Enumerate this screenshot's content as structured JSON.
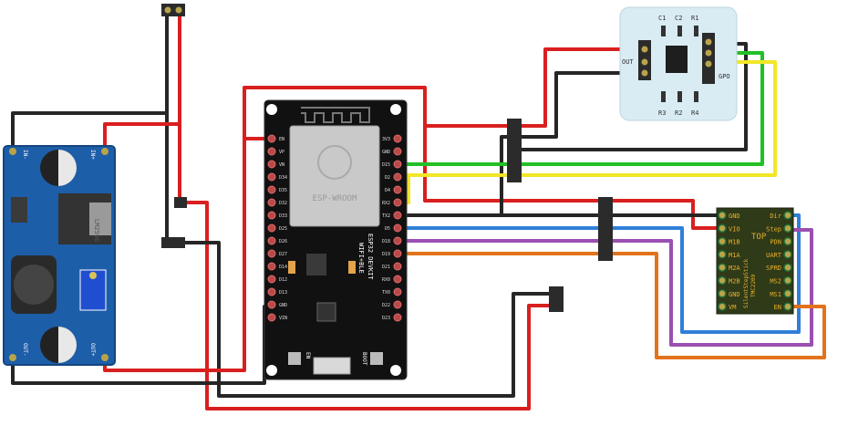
{
  "buck_converter": {
    "in_minus": "IN-",
    "in_plus": "IN+",
    "out_minus": "OUT-",
    "out_plus": "OUT+",
    "chip_label": "LM2596"
  },
  "esp32": {
    "module_label": "ESP-WROOM",
    "board_label_1": "ESP32 DEVKIT",
    "board_label_2": "WIFI+BLE",
    "button_en": "EN",
    "button_boot": "BOOT",
    "left_pins": [
      "EN",
      "VP",
      "VN",
      "D34",
      "D35",
      "D32",
      "D33",
      "D25",
      "D26",
      "D27",
      "D14",
      "D12",
      "D13",
      "GND",
      "VIN"
    ],
    "right_pins": [
      "3V3",
      "GND",
      "D15",
      "D2",
      "D4",
      "RX2",
      "TX2",
      "D5",
      "D18",
      "D19",
      "D21",
      "RX0",
      "TX0",
      "D22",
      "D23"
    ]
  },
  "hall_sensor": {
    "label_out": "OUT",
    "label_gpo": "GPO",
    "top_labels": [
      "C1",
      "C2",
      "R1"
    ],
    "bottom_labels": [
      "R3",
      "R2",
      "R4"
    ]
  },
  "driver": {
    "left_pins": [
      "GND",
      "VIO",
      "M1B",
      "M1A",
      "M2A",
      "M2B",
      "GND",
      "VM"
    ],
    "right_pins": [
      "Dir",
      "Step",
      "PDN",
      "UART",
      "SPRD",
      "MS2",
      "MS1",
      "EN"
    ],
    "brand": "SilentStepStick",
    "model": "TMC2209",
    "top": "TOP"
  },
  "colors": {
    "red": "#d91f1f",
    "black": "#262626",
    "green": "#22c025",
    "yellow": "#f2e629",
    "blue": "#2f7fd8",
    "purple": "#9b4fb0",
    "orange": "#e2731c"
  }
}
